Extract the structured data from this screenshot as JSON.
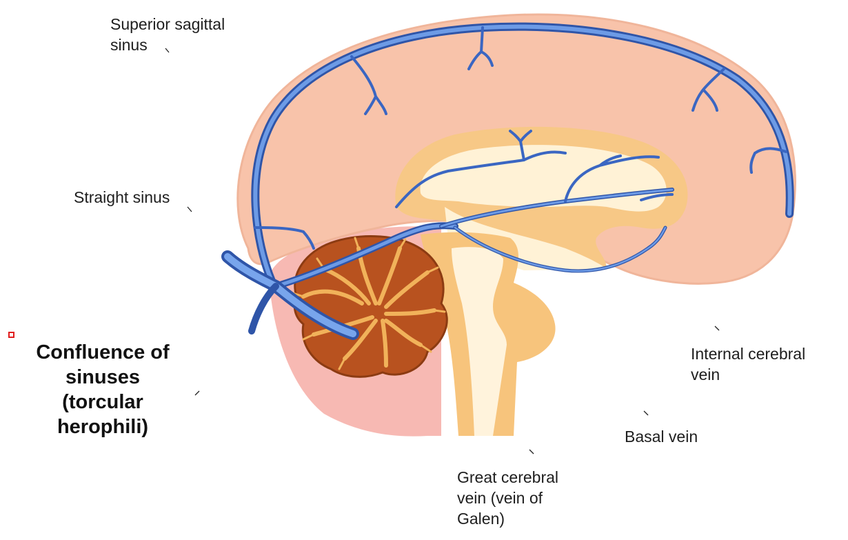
{
  "labels": {
    "superior_sagittal": [
      "Superior sagittal",
      "sinus"
    ],
    "straight_sinus": [
      "Straight sinus"
    ],
    "confluence": [
      "Confluence of",
      "sinuses",
      "(torcular",
      "herophili)"
    ],
    "internal_cerebral": [
      "Internal cerebral",
      "vein"
    ],
    "basal_vein": [
      "Basal vein"
    ],
    "great_cerebral": [
      "Great cerebral",
      "vein (vein of",
      "Galen)"
    ]
  },
  "colors": {
    "cerebrum": "#f8c2a8",
    "corpus_callosum": "#f7c988",
    "ventricle": "#fff3d8",
    "brainstem": "#f7c47c",
    "cerebellum": "#b8521e",
    "cerebellum_tree": "#f2b35a",
    "posterior_fossa": "#f7b7b2",
    "vein": "#4a7ad6",
    "vein_dark": "#2f55a8",
    "marker": "#e01c1c"
  }
}
